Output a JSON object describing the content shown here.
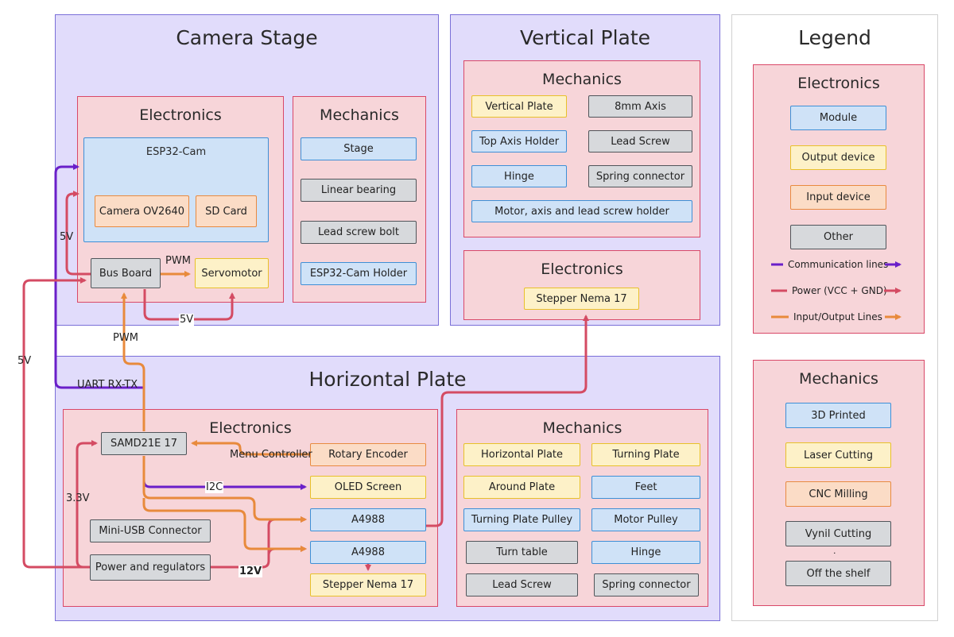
{
  "colors": {
    "section_fill": "#e1dcfb",
    "section_border": "#7a6fd8",
    "group_fill": "#f7d5d9",
    "group_border": "#d94868",
    "module": "#3e8fd6",
    "output": "#e8c02a",
    "input": "#e88a40",
    "other": "#50555a",
    "communication_line": "#6a1fc9",
    "power_line": "#d44b63",
    "io_line": "#e88a3c"
  },
  "camera_stage": {
    "title": "Camera Stage",
    "electronics": {
      "title": "Electronics",
      "esp32": "ESP32-Cam",
      "camera": "Camera OV2640",
      "sd_card": "SD Card",
      "bus_board": "Bus Board",
      "servomotor": "Servomotor"
    },
    "mechanics": {
      "title": "Mechanics",
      "items": [
        "Stage",
        "Linear bearing",
        "Lead screw bolt",
        "ESP32-Cam Holder"
      ]
    }
  },
  "vertical_plate": {
    "title": "Vertical Plate",
    "mechanics": {
      "title": "Mechanics",
      "items": [
        "Vertical Plate",
        "8mm Axis",
        "Top Axis Holder",
        "Lead Screw",
        "Hinge",
        "Spring connector",
        "Motor, axis and lead screw holder"
      ]
    },
    "electronics": {
      "title": "Electronics",
      "stepper": "Stepper Nema 17"
    }
  },
  "horizontal_plate": {
    "title": "Horizontal Plate",
    "electronics": {
      "title": "Electronics",
      "samd": "SAMD21E 17",
      "rotary": "Rotary Encoder",
      "oled": "OLED Screen",
      "driver1": "A4988",
      "driver2": "A4988",
      "stepper": "Stepper Nema 17",
      "usb": "Mini-USB Connector",
      "power": "Power and regulators"
    },
    "mechanics": {
      "title": "Mechanics",
      "items": [
        "Horizontal Plate",
        "Turning Plate",
        "Around Plate",
        "Feet",
        "Turning Plate Pulley",
        "Motor Pulley",
        "Turn table",
        "Hinge",
        "Lead Screw",
        "Spring connector"
      ]
    }
  },
  "wire_labels": {
    "v5_camera": "5V",
    "pwm_servo": "PWM",
    "v5_bottom": "5V",
    "pwm_vertical": "PWM",
    "v5_left": "5V",
    "uart": "UART RX-TX",
    "menu_controller": "Menu Controller",
    "i2c": "I2C",
    "v33": "3.3V",
    "v12": "12V"
  },
  "legend": {
    "title": "Legend",
    "electronics": {
      "title": "Electronics",
      "items": [
        "Module",
        "Output device",
        "Input device",
        "Other"
      ],
      "lines": [
        "Communication lines",
        "Power (VCC + GND)",
        "Input/Output Lines"
      ]
    },
    "mechanics": {
      "title": "Mechanics",
      "items": [
        "3D Printed",
        "Laser Cutting",
        "CNC Milling",
        "Vynil Cutting",
        "Off the shelf"
      ],
      "dot": "."
    }
  }
}
